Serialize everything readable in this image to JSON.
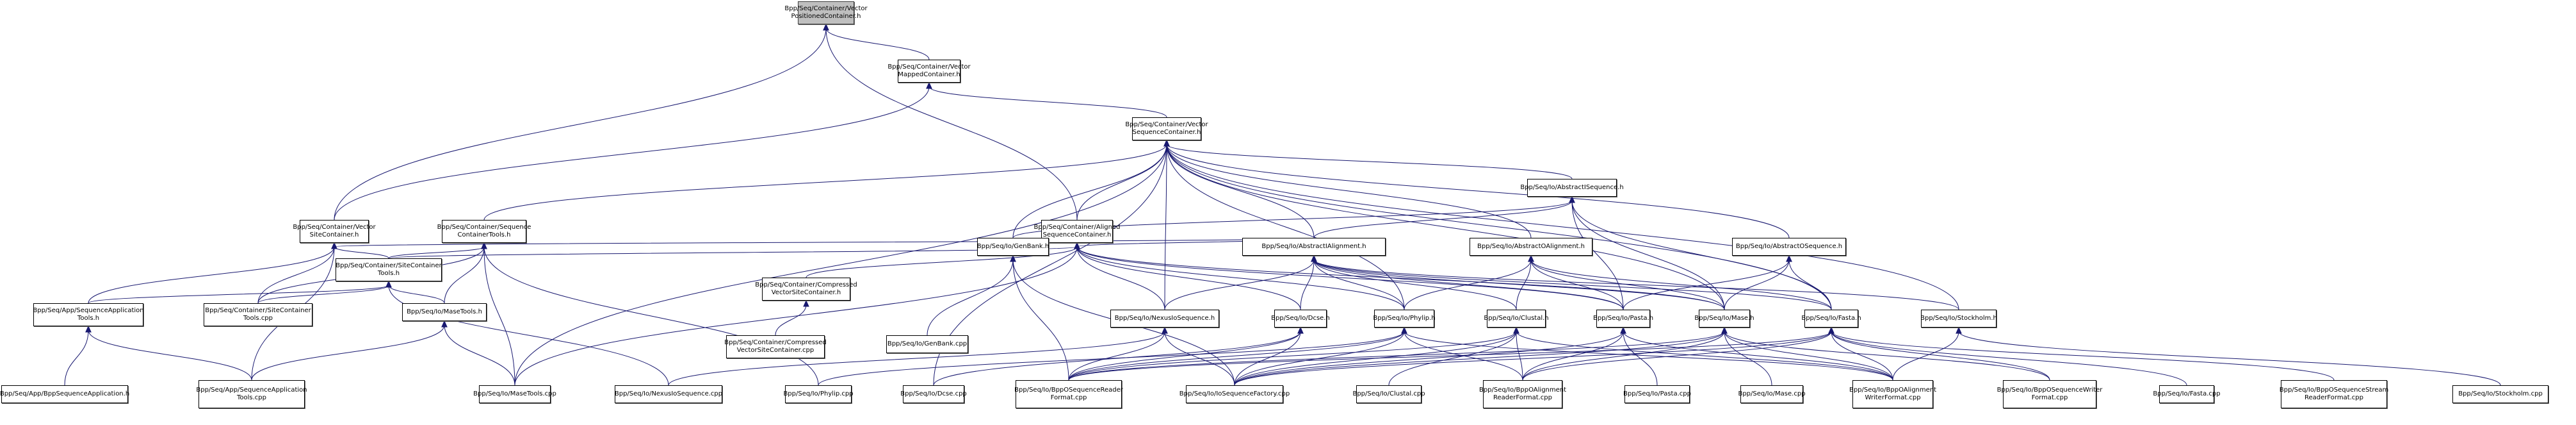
{
  "diagram": {
    "type": "include-dependency-graph",
    "root": "vpc",
    "colors": {
      "edge": "#191970",
      "root_fill": "#bfbfbf",
      "node_fill": "#ffffff",
      "node_border": "#000000"
    },
    "nodes": [
      {
        "id": "vpc",
        "label": "Bpp/Seq/Container/Vector\nPositionedContainer.h",
        "root": true
      },
      {
        "id": "vmc",
        "label": "Bpp/Seq/Container/Vector\nMappedContainer.h"
      },
      {
        "id": "vsqc",
        "label": "Bpp/Seq/Container/Vector\nSequenceContainer.h"
      },
      {
        "id": "vsc",
        "label": "Bpp/Seq/Container/Vector\nSiteContainer.h"
      },
      {
        "id": "sct",
        "label": "Bpp/Seq/Container/Sequence\nContainerTools.h"
      },
      {
        "id": "asc",
        "label": "Bpp/Seq/Container/Aligned\nSequenceContainer.h"
      },
      {
        "id": "ais",
        "label": "Bpp/Seq/Io/AbstractISequence.h"
      },
      {
        "id": "sitect",
        "label": "Bpp/Seq/Container/SiteContainer\nTools.h"
      },
      {
        "id": "cvsc",
        "label": "Bpp/Seq/Container/Compressed\nVectorSiteContainer.h"
      },
      {
        "id": "genbank",
        "label": "Bpp/Seq/Io/GenBank.h"
      },
      {
        "id": "aia",
        "label": "Bpp/Seq/Io/AbstractIAlignment.h"
      },
      {
        "id": "aoa",
        "label": "Bpp/Seq/Io/AbstractOAlignment.h"
      },
      {
        "id": "aos",
        "label": "Bpp/Seq/Io/AbstractOSequence.h"
      },
      {
        "id": "sat",
        "label": "Bpp/Seq/App/SequenceApplication\nTools.h"
      },
      {
        "id": "sitectcpp",
        "label": "Bpp/Seq/Container/SiteContainer\nTools.cpp"
      },
      {
        "id": "masetools",
        "label": "Bpp/Seq/Io/MaseTools.h"
      },
      {
        "id": "cvsccpp",
        "label": "Bpp/Seq/Container/Compressed\nVectorSiteContainer.cpp"
      },
      {
        "id": "genbankcpp",
        "label": "Bpp/Seq/Io/GenBank.cpp"
      },
      {
        "id": "nexus",
        "label": "Bpp/Seq/Io/NexusIoSequence.h"
      },
      {
        "id": "dcse",
        "label": "Bpp/Seq/Io/Dcse.h"
      },
      {
        "id": "phylip",
        "label": "Bpp/Seq/Io/Phylip.h"
      },
      {
        "id": "clustal",
        "label": "Bpp/Seq/Io/Clustal.h"
      },
      {
        "id": "pasta",
        "label": "Bpp/Seq/Io/Pasta.h"
      },
      {
        "id": "mase",
        "label": "Bpp/Seq/Io/Mase.h"
      },
      {
        "id": "fasta",
        "label": "Bpp/Seq/Io/Fasta.h"
      },
      {
        "id": "stockholm",
        "label": "Bpp/Seq/Io/Stockholm.h"
      },
      {
        "id": "bsa",
        "label": "Bpp/Seq/App/BppSequenceApplication.h"
      },
      {
        "id": "satcpp",
        "label": "Bpp/Seq/App/SequenceApplication\nTools.cpp"
      },
      {
        "id": "masetoolscpp",
        "label": "Bpp/Seq/Io/MaseTools.cpp"
      },
      {
        "id": "nexuscpp",
        "label": "Bpp/Seq/Io/NexusIoSequence.cpp"
      },
      {
        "id": "phylipcpp",
        "label": "Bpp/Seq/Io/Phylip.cpp"
      },
      {
        "id": "dcsecpp",
        "label": "Bpp/Seq/Io/Dcse.cpp"
      },
      {
        "id": "bosrf",
        "label": "Bpp/Seq/Io/BppOSequenceReader\nFormat.cpp"
      },
      {
        "id": "iosf",
        "label": "Bpp/Seq/Io/IoSequenceFactory.cpp"
      },
      {
        "id": "clustalcpp",
        "label": "Bpp/Seq/Io/Clustal.cpp"
      },
      {
        "id": "boarf",
        "label": "Bpp/Seq/Io/BppOAlignment\nReaderFormat.cpp"
      },
      {
        "id": "pastacpp",
        "label": "Bpp/Seq/Io/Pasta.cpp"
      },
      {
        "id": "masecpp",
        "label": "Bpp/Seq/Io/Mase.cpp"
      },
      {
        "id": "boawf",
        "label": "Bpp/Seq/Io/BppOAlignment\nWriterFormat.cpp"
      },
      {
        "id": "boswf",
        "label": "Bpp/Seq/Io/BppOSequenceWriter\nFormat.cpp"
      },
      {
        "id": "fastacpp",
        "label": "Bpp/Seq/Io/Fasta.cpp"
      },
      {
        "id": "bossrf",
        "label": "Bpp/Seq/Io/BppOSequenceStream\nReaderFormat.cpp"
      },
      {
        "id": "stockholmcpp",
        "label": "Bpp/Seq/Io/Stockholm.cpp"
      },
      {
        "id": "bsacpp",
        "label": "Bpp/Seq/App/BppSequenceApplication.cpp"
      }
    ],
    "edges": [
      [
        "vmc",
        "vpc"
      ],
      [
        "vsc",
        "vpc"
      ],
      [
        "asc",
        "vpc"
      ],
      [
        "vsqc",
        "vmc"
      ],
      [
        "vsc",
        "vmc"
      ],
      [
        "sct",
        "vsqc"
      ],
      [
        "asc",
        "vsqc"
      ],
      [
        "ais",
        "vsqc"
      ],
      [
        "aia",
        "vsqc"
      ],
      [
        "aoa",
        "vsqc"
      ],
      [
        "aos",
        "vsqc"
      ],
      [
        "genbank",
        "vsqc"
      ],
      [
        "nexus",
        "vsqc"
      ],
      [
        "phylip",
        "vsqc"
      ],
      [
        "mase",
        "vsqc"
      ],
      [
        "fasta",
        "vsqc"
      ],
      [
        "stockholm",
        "vsqc"
      ],
      [
        "masetoolscpp",
        "vsqc"
      ],
      [
        "dcsecpp",
        "vsqc"
      ],
      [
        "sitect",
        "vsc"
      ],
      [
        "sat",
        "vsc"
      ],
      [
        "sitectcpp",
        "vsc"
      ],
      [
        "satcpp",
        "vsc"
      ],
      [
        "aia",
        "vsc"
      ],
      [
        "sitect",
        "sct"
      ],
      [
        "masetools",
        "sct"
      ],
      [
        "masetoolscpp",
        "sct"
      ],
      [
        "phylipcpp",
        "sct"
      ],
      [
        "sitectcpp",
        "sct"
      ],
      [
        "sitect",
        "asc"
      ],
      [
        "cvsc",
        "asc"
      ],
      [
        "aia",
        "asc"
      ],
      [
        "nexus",
        "asc"
      ],
      [
        "dcse",
        "asc"
      ],
      [
        "phylip",
        "asc"
      ],
      [
        "pasta",
        "asc"
      ],
      [
        "mase",
        "asc"
      ],
      [
        "masetoolscpp",
        "asc"
      ],
      [
        "genbank",
        "ais"
      ],
      [
        "aia",
        "ais"
      ],
      [
        "pasta",
        "ais"
      ],
      [
        "mase",
        "ais"
      ],
      [
        "fasta",
        "ais"
      ],
      [
        "sat",
        "sitect"
      ],
      [
        "sitectcpp",
        "sitect"
      ],
      [
        "masetools",
        "sitect"
      ],
      [
        "nexuscpp",
        "sitect"
      ],
      [
        "bsacpp",
        "sitect"
      ],
      [
        "cvsccpp",
        "cvsc"
      ],
      [
        "genbankcpp",
        "genbank"
      ],
      [
        "bosrf",
        "genbank"
      ],
      [
        "iosf",
        "genbank"
      ],
      [
        "nexus",
        "aia"
      ],
      [
        "dcse",
        "aia"
      ],
      [
        "phylip",
        "aia"
      ],
      [
        "clustal",
        "aia"
      ],
      [
        "pasta",
        "aia"
      ],
      [
        "mase",
        "aia"
      ],
      [
        "fasta",
        "aia"
      ],
      [
        "stockholm",
        "aia"
      ],
      [
        "phylip",
        "aoa"
      ],
      [
        "clustal",
        "aoa"
      ],
      [
        "pasta",
        "aoa"
      ],
      [
        "mase",
        "aoa"
      ],
      [
        "fasta",
        "aoa"
      ],
      [
        "pasta",
        "aos"
      ],
      [
        "mase",
        "aos"
      ],
      [
        "fasta",
        "aos"
      ],
      [
        "bsa",
        "sat"
      ],
      [
        "satcpp",
        "sat"
      ],
      [
        "satcpp",
        "masetools"
      ],
      [
        "masetoolscpp",
        "masetools"
      ],
      [
        "nexuscpp",
        "nexus"
      ],
      [
        "iosf",
        "nexus"
      ],
      [
        "bosrf",
        "nexus"
      ],
      [
        "dcsecpp",
        "dcse"
      ],
      [
        "iosf",
        "dcse"
      ],
      [
        "bosrf",
        "dcse"
      ],
      [
        "phylipcpp",
        "phylip"
      ],
      [
        "iosf",
        "phylip"
      ],
      [
        "bosrf",
        "phylip"
      ],
      [
        "boarf",
        "phylip"
      ],
      [
        "boawf",
        "phylip"
      ],
      [
        "clustalcpp",
        "clustal"
      ],
      [
        "iosf",
        "clustal"
      ],
      [
        "bosrf",
        "clustal"
      ],
      [
        "boarf",
        "clustal"
      ],
      [
        "boawf",
        "clustal"
      ],
      [
        "pastacpp",
        "pasta"
      ],
      [
        "iosf",
        "pasta"
      ],
      [
        "boarf",
        "pasta"
      ],
      [
        "boawf",
        "pasta"
      ],
      [
        "masecpp",
        "mase"
      ],
      [
        "iosf",
        "mase"
      ],
      [
        "bosrf",
        "mase"
      ],
      [
        "boarf",
        "mase"
      ],
      [
        "boawf",
        "mase"
      ],
      [
        "boswf",
        "mase"
      ],
      [
        "fastacpp",
        "fasta"
      ],
      [
        "iosf",
        "fasta"
      ],
      [
        "bosrf",
        "fasta"
      ],
      [
        "boarf",
        "fasta"
      ],
      [
        "boawf",
        "fasta"
      ],
      [
        "boswf",
        "fasta"
      ],
      [
        "bossrf",
        "fasta"
      ],
      [
        "stockholmcpp",
        "stockholm"
      ],
      [
        "boawf",
        "stockholm"
      ],
      [
        "bsacpp",
        "bsa"
      ]
    ]
  }
}
